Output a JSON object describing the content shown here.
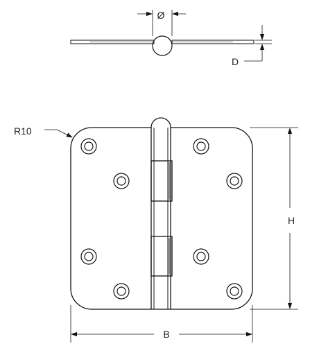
{
  "labels": {
    "diameter": "Ø",
    "depth": "D",
    "radius": "R10",
    "height": "H",
    "width": "B"
  }
}
